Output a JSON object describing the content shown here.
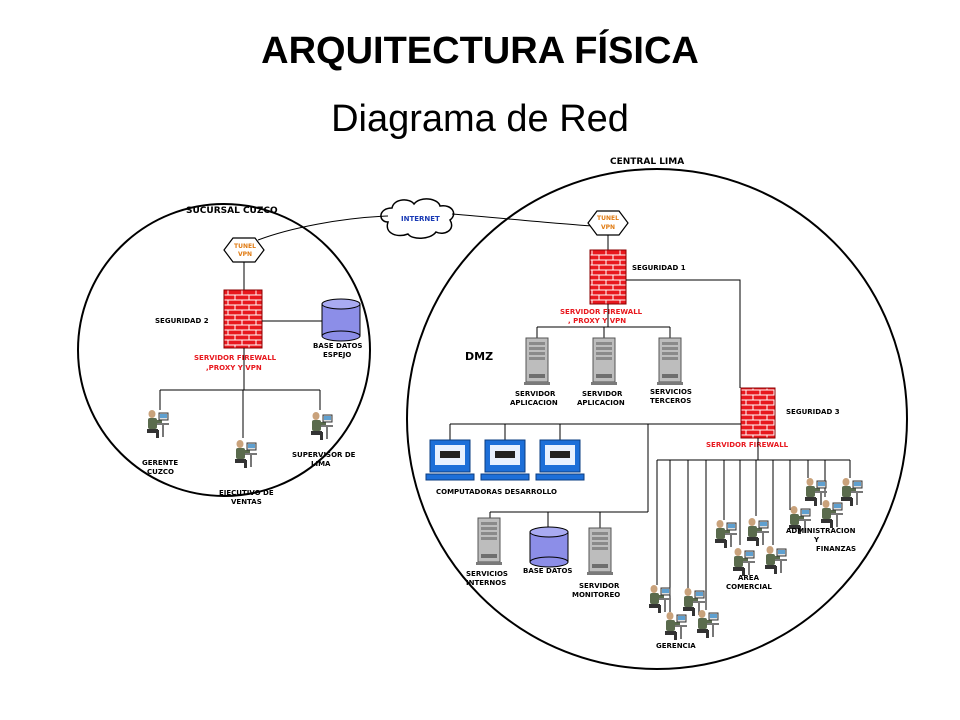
{
  "title": "ARQUITECTURA FÍSICA",
  "subtitle": "Diagrama de Red",
  "sites": {
    "cusco": "SUCURSAL CUZCO",
    "lima": "CENTRAL LIMA"
  },
  "internet": "INTERNET",
  "vpn_label": "TUNEL\nVPN",
  "cusco": {
    "security": "SEGURIDAD 2",
    "firewall": "SERVIDOR FIREWALL\n,PROXY Y VPN",
    "db": "BASE DATOS\nESPEJO",
    "user1": "GERENTE\nCUZCO",
    "user2": "EJECUTIVO DE\nVENTAS",
    "user3": "SUPERVISOR DE\nLIMA"
  },
  "lima": {
    "security1": "SEGURIDAD 1",
    "firewall1": "SERVIDOR FIREWALL\n, PROXY Y VPN",
    "dmz": "DMZ",
    "srv1": "SERVIDOR\nAPLICACION",
    "srv2": "SERVIDOR\nAPLICACION",
    "srv3": "SERVICIOS\nTERCEROS",
    "security3": "SEGURIDAD 3",
    "firewall3": "SERVIDOR FIREWALL",
    "dev": "COMPUTADORAS DESARROLLO",
    "internal": "SERVICIOS\nINTERNOS",
    "db": "BASE DATOS",
    "monitor": "SERVIDOR\nMONITOREO",
    "admin": "ADMINISTRACION\nY\nFINANZAS",
    "commercial": "AREA\nCOMERCIAL",
    "management": "GERENCIA"
  }
}
